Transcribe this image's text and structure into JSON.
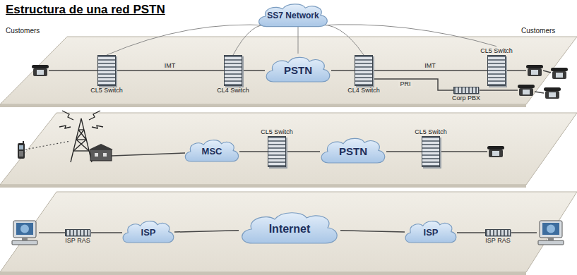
{
  "diagram": {
    "title": "Estructura de una red PSTN",
    "nodes": [
      {
        "text": [
          "SS7 Network"
        ]
      },
      {
        "text": [
          "CL5 Switch"
        ]
      },
      {
        "text": [
          "CL4 Switch"
        ]
      },
      {
        "text": [
          "PSTN"
        ]
      },
      {
        "text": [
          "CL4 Switch"
        ]
      },
      {
        "text": [
          "CL5 Switch"
        ]
      },
      {
        "text": [
          "Corp PBX"
        ]
      },
      {
        "text": [
          "MSC"
        ]
      },
      {
        "text": [
          "CL5 Switch"
        ]
      },
      {
        "text": [
          "PSTN"
        ]
      },
      {
        "text": [
          "CL5 Switch"
        ]
      },
      {
        "text": [
          "ISP RAS"
        ]
      },
      {
        "text": [
          "ISP"
        ]
      },
      {
        "text": [
          "Internet"
        ]
      },
      {
        "text": [
          "ISP"
        ]
      },
      {
        "text": [
          "ISP RAS"
        ]
      }
    ],
    "edges": [
      {
        "from": 0,
        "to": 1,
        "arrow": "none"
      },
      {
        "from": 0,
        "to": 2,
        "arrow": "none"
      },
      {
        "from": 0,
        "to": 3,
        "arrow": "none"
      },
      {
        "from": 0,
        "to": 4,
        "arrow": "none"
      },
      {
        "from": 0,
        "to": 5,
        "arrow": "none"
      },
      {
        "from": 1,
        "to": 2,
        "label": "IMT",
        "arrow": "none"
      },
      {
        "from": 2,
        "to": 3,
        "arrow": "none"
      },
      {
        "from": 3,
        "to": 4,
        "arrow": "none"
      },
      {
        "from": 4,
        "to": 5,
        "label": "IMT",
        "arrow": "none"
      },
      {
        "from": 4,
        "to": 6,
        "label": "PRI",
        "arrow": "none"
      },
      {
        "from": 7,
        "to": 8,
        "arrow": "none"
      },
      {
        "from": 8,
        "to": 9,
        "arrow": "none"
      },
      {
        "from": 9,
        "to": 10,
        "arrow": "none"
      },
      {
        "from": 11,
        "to": 12,
        "arrow": "none"
      },
      {
        "from": 12,
        "to": 13,
        "arrow": "none"
      },
      {
        "from": 13,
        "to": 14,
        "arrow": "none"
      },
      {
        "from": 14,
        "to": 15,
        "arrow": "none"
      }
    ],
    "labels": [
      "Customers",
      "Customers"
    ]
  }
}
